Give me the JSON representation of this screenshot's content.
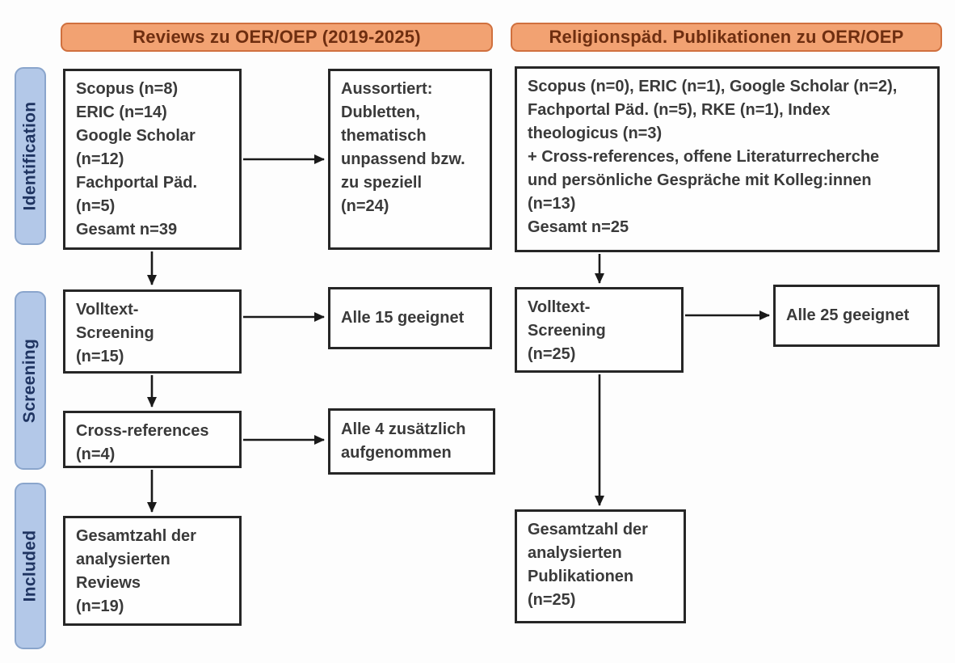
{
  "diagram": {
    "left_column": {
      "header": "Reviews zu OER/OEP (2019-2025)",
      "identification_box": "Scopus (n=8)\nERIC (n=14)\nGoogle Scholar\n(n=12)\nFachportal Päd.\n(n=5)\nGesamt n=39",
      "excluded_box": "Aussortiert:\nDubletten,\nthematisch\nunpassend bzw.\nzu speziell\n(n=24)",
      "screening_box": "Volltext-\nScreening\n(n=15)",
      "screening_result_box": "Alle 15 geeignet",
      "crossref_box": "Cross-references\n(n=4)",
      "crossref_result_box": "Alle 4 zusätzlich\naufgenommen",
      "included_box": "Gesamtzahl der\nanalysierten\nReviews\n(n=19)"
    },
    "right_column": {
      "header": "Religionspäd. Publikationen zu OER/OEP",
      "identification_box": "Scopus (n=0), ERIC (n=1), Google Scholar (n=2),\nFachportal Päd. (n=5), RKE (n=1), Index\ntheologicus (n=3)\n+ Cross-references, offene Literaturrecherche\nund persönliche Gespräche mit Kolleg:innen\n(n=13)\nGesamt n=25",
      "screening_box": "Volltext-\nScreening\n(n=25)",
      "screening_result_box": "Alle 25 geeignet",
      "included_box": "Gesamtzahl der\nanalysierten\nPublikationen\n(n=25)"
    },
    "stage_labels": [
      "Identification",
      "Screening",
      "Included"
    ],
    "colors": {
      "header_fill": "#F2A272",
      "header_border": "#D0703E",
      "header_text": "#6E2E10",
      "stage_fill": "#B3C8E8",
      "stage_border": "#8AA5CC",
      "stage_text": "#1F3461",
      "box_border": "#262626",
      "box_text": "#3A3A3A",
      "arrow": "#1A1A1A",
      "page_bg": "#FDFDFD"
    }
  }
}
